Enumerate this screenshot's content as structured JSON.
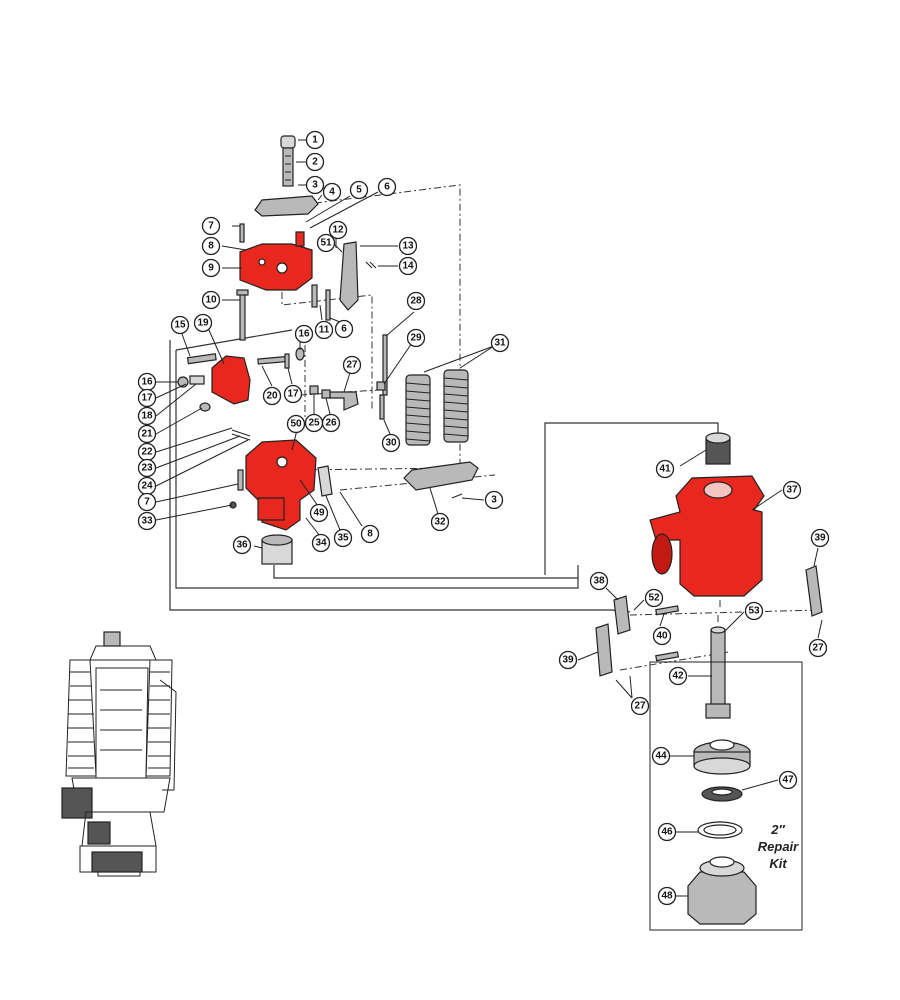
{
  "diagram": {
    "kit_box": {
      "size": "2″",
      "line1": "Repair",
      "line2": "Kit"
    },
    "callouts": [
      {
        "id": "c1",
        "label": "1"
      },
      {
        "id": "c2",
        "label": "2"
      },
      {
        "id": "c3a",
        "label": "3"
      },
      {
        "id": "c4",
        "label": "4"
      },
      {
        "id": "c5",
        "label": "5"
      },
      {
        "id": "c6a",
        "label": "6"
      },
      {
        "id": "c7a",
        "label": "7"
      },
      {
        "id": "c8a",
        "label": "8"
      },
      {
        "id": "c9",
        "label": "9"
      },
      {
        "id": "c51",
        "label": "51"
      },
      {
        "id": "c12",
        "label": "12"
      },
      {
        "id": "c13",
        "label": "13"
      },
      {
        "id": "c14",
        "label": "14"
      },
      {
        "id": "c10",
        "label": "10"
      },
      {
        "id": "c11",
        "label": "11"
      },
      {
        "id": "c6b",
        "label": "6"
      },
      {
        "id": "c15",
        "label": "15"
      },
      {
        "id": "c19",
        "label": "19"
      },
      {
        "id": "c16a",
        "label": "16"
      },
      {
        "id": "c16b",
        "label": "16"
      },
      {
        "id": "c17a",
        "label": "17"
      },
      {
        "id": "c17b",
        "label": "17"
      },
      {
        "id": "c18",
        "label": "18"
      },
      {
        "id": "c20",
        "label": "20"
      },
      {
        "id": "c21",
        "label": "21"
      },
      {
        "id": "c22",
        "label": "22"
      },
      {
        "id": "c23",
        "label": "23"
      },
      {
        "id": "c24",
        "label": "24"
      },
      {
        "id": "c7b",
        "label": "7"
      },
      {
        "id": "c33",
        "label": "33"
      },
      {
        "id": "c50",
        "label": "50"
      },
      {
        "id": "c25",
        "label": "25"
      },
      {
        "id": "c26",
        "label": "26"
      },
      {
        "id": "c27a",
        "label": "27"
      },
      {
        "id": "c28",
        "label": "28"
      },
      {
        "id": "c29",
        "label": "29"
      },
      {
        "id": "c30",
        "label": "30"
      },
      {
        "id": "c31",
        "label": "31"
      },
      {
        "id": "c3b",
        "label": "3"
      },
      {
        "id": "c32",
        "label": "32"
      },
      {
        "id": "c49",
        "label": "49"
      },
      {
        "id": "c34",
        "label": "34"
      },
      {
        "id": "c35",
        "label": "35"
      },
      {
        "id": "c8b",
        "label": "8"
      },
      {
        "id": "c36",
        "label": "36"
      },
      {
        "id": "c41",
        "label": "41"
      },
      {
        "id": "c37",
        "label": "37"
      },
      {
        "id": "c39a",
        "label": "39"
      },
      {
        "id": "c38",
        "label": "38"
      },
      {
        "id": "c52",
        "label": "52"
      },
      {
        "id": "c40",
        "label": "40"
      },
      {
        "id": "c53",
        "label": "53"
      },
      {
        "id": "c27b",
        "label": "27"
      },
      {
        "id": "c39b",
        "label": "39"
      },
      {
        "id": "c27c",
        "label": "27"
      },
      {
        "id": "c42",
        "label": "42"
      },
      {
        "id": "c44",
        "label": "44"
      },
      {
        "id": "c47",
        "label": "47"
      },
      {
        "id": "c46",
        "label": "46"
      },
      {
        "id": "c48",
        "label": "48"
      }
    ]
  }
}
